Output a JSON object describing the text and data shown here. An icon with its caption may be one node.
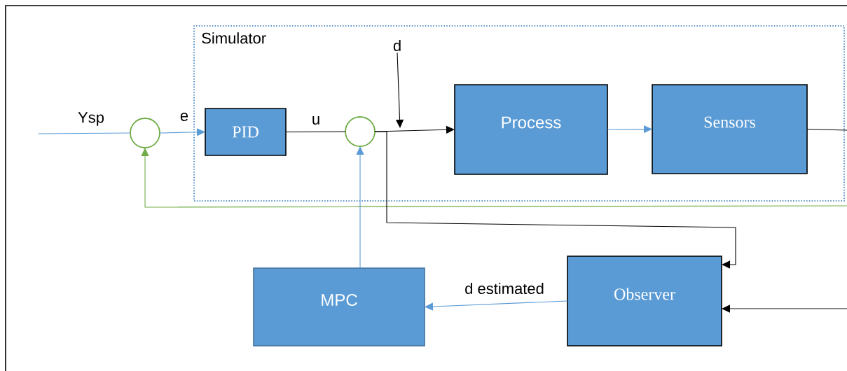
{
  "diagram": {
    "nodes": [
      {
        "text": [
          "Simulator"
        ]
      },
      {
        "text": [],
        "shape": "circle"
      },
      {
        "text": [
          "PID"
        ],
        "in": 0
      },
      {
        "text": [],
        "shape": "circle",
        "in": 0
      },
      {
        "text": [
          "Process"
        ],
        "in": 0
      },
      {
        "text": [
          "Sensors"
        ],
        "in": 0
      },
      {
        "text": [
          "MPC"
        ]
      },
      {
        "text": [
          "Observer"
        ]
      },
      {
        "text": [
          "d"
        ],
        "in": 0
      }
    ],
    "edges": [
      {
        "from": null,
        "to": 1,
        "arrow": "none",
        "label": "Ysp",
        "color": "#5b9bd5"
      },
      {
        "from": 1,
        "to": 2,
        "arrow": "to",
        "label": "e",
        "color": "#5b9bd5"
      },
      {
        "from": 2,
        "to": 3,
        "arrow": "none",
        "label": "u",
        "color": "#000000"
      },
      {
        "from": 3,
        "to": 4,
        "arrow": "to",
        "color": "#000000"
      },
      {
        "from": 8,
        "to": null,
        "arrow": "to",
        "color": "#000000"
      },
      {
        "from": 4,
        "to": 5,
        "arrow": "to",
        "color": "#5b9bd5"
      },
      {
        "from": 5,
        "to": null,
        "arrow": "none",
        "color": "#000000"
      },
      {
        "from": null,
        "to": 1,
        "arrow": "to",
        "color": "#70ad47"
      },
      {
        "from": 6,
        "to": 3,
        "arrow": "to",
        "color": "#5b9bd5"
      },
      {
        "from": 3,
        "to": 7,
        "arrow": "to",
        "color": "#000000"
      },
      {
        "from": 7,
        "to": 6,
        "arrow": "to",
        "label": "d estimated",
        "color": "#5b9bd5"
      },
      {
        "from": null,
        "to": 7,
        "arrow": "to",
        "color": "#000000"
      }
    ]
  }
}
